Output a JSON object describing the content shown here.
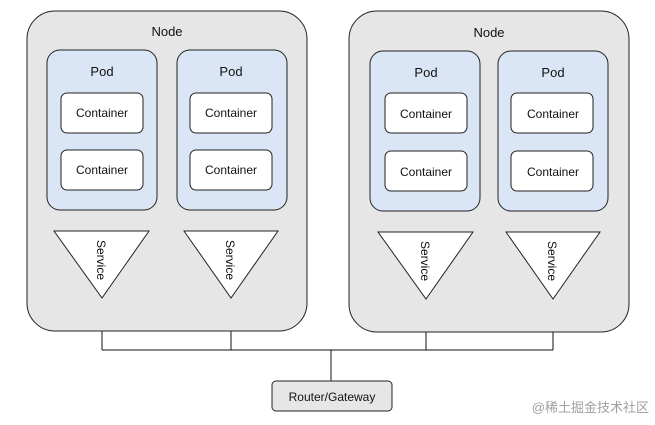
{
  "nodes": [
    {
      "label": "Node",
      "pods": [
        {
          "label": "Pod",
          "containers": [
            "Container",
            "Container"
          ],
          "service": "Service"
        },
        {
          "label": "Pod",
          "containers": [
            "Container",
            "Container"
          ],
          "service": "Service"
        }
      ]
    },
    {
      "label": "Node",
      "pods": [
        {
          "label": "Pod",
          "containers": [
            "Container",
            "Container"
          ],
          "service": "Service"
        },
        {
          "label": "Pod",
          "containers": [
            "Container",
            "Container"
          ],
          "service": "Service"
        }
      ]
    }
  ],
  "router": {
    "label": "Router/Gateway"
  },
  "watermark": {
    "text": "@稀土掘金技术社区"
  }
}
